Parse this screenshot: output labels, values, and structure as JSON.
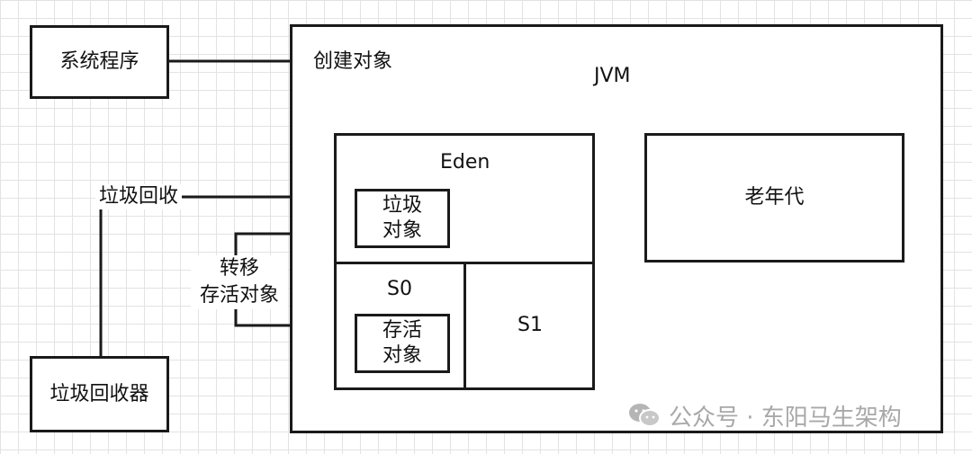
{
  "nodes": {
    "system_program": "系统程序",
    "gc": "垃圾回收器",
    "jvm": "JVM",
    "eden": "Eden",
    "garbage_obj": [
      "垃圾",
      "对象"
    ],
    "s0": "S0",
    "s1": "S1",
    "live_obj": [
      "存活",
      "对象"
    ],
    "old_gen": "老年代"
  },
  "edges": {
    "create_object": "创建对象",
    "gc_collect": "垃圾回收",
    "move_live": [
      "转移",
      "存活对象"
    ]
  },
  "watermark": {
    "text": "公众号 · 东阳马生架构",
    "icon": "wechat-icon",
    "color": "#a8a8a8"
  }
}
